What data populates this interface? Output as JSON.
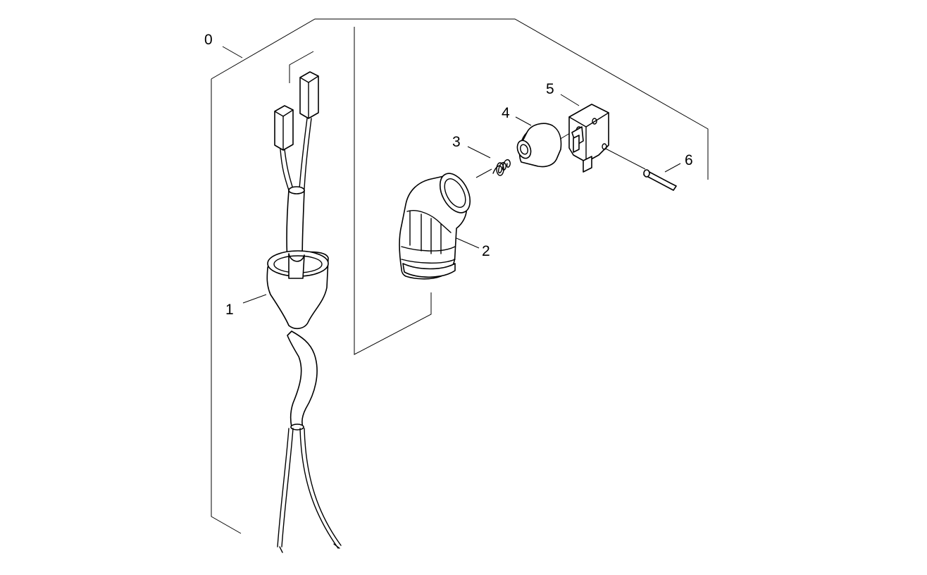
{
  "diagram": {
    "callouts": [
      {
        "id": "0",
        "label": "0"
      },
      {
        "id": "1",
        "label": "1"
      },
      {
        "id": "2",
        "label": "2"
      },
      {
        "id": "3",
        "label": "3"
      },
      {
        "id": "4",
        "label": "4"
      },
      {
        "id": "5",
        "label": "5"
      },
      {
        "id": "6",
        "label": "6"
      }
    ]
  }
}
